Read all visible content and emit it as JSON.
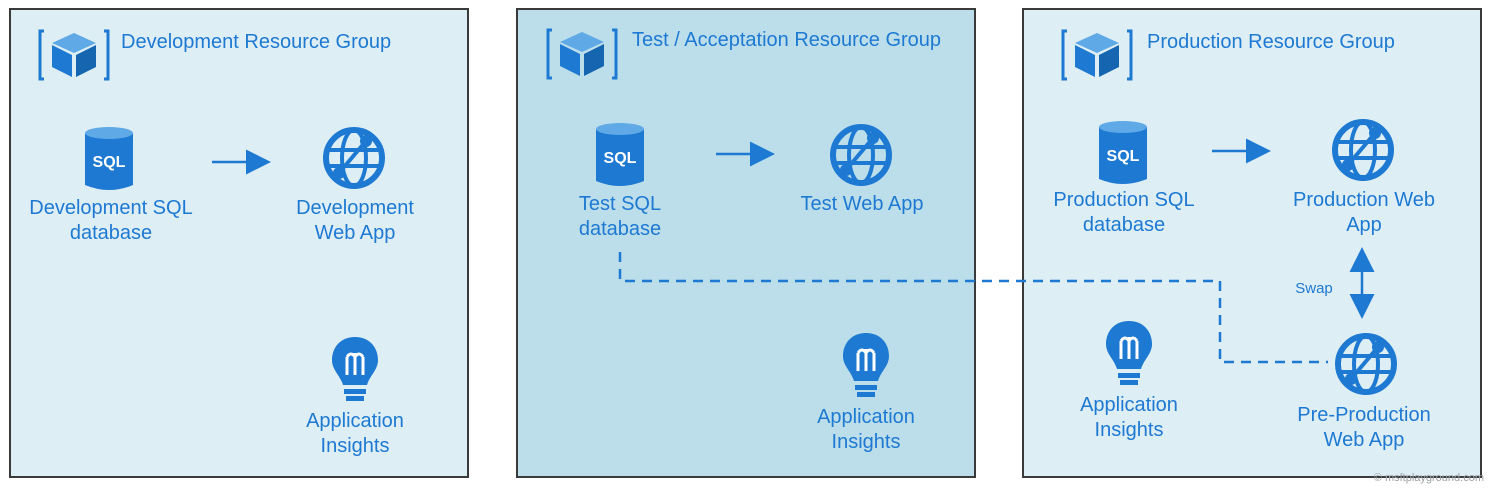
{
  "groups": {
    "dev": {
      "title": "Development Resource Group",
      "sql": [
        "Development SQL",
        "database"
      ],
      "web": [
        "Development",
        "Web App"
      ],
      "insights": [
        "Application",
        "Insights"
      ]
    },
    "test": {
      "title": "Test / Acceptation Resource Group",
      "sql": [
        "Test SQL",
        "database"
      ],
      "web": [
        "Test Web App"
      ],
      "insights": [
        "Application",
        "Insights"
      ]
    },
    "prod": {
      "title": "Production Resource Group",
      "sql": [
        "Production SQL",
        "database"
      ],
      "web": [
        "Production Web",
        "App"
      ],
      "insights": [
        "Application",
        "Insights"
      ],
      "preprod": [
        "Pre-Production",
        "Web App"
      ],
      "swap": "Swap"
    }
  },
  "sql_badge": "SQL",
  "watermark": "© msftplayground.com",
  "colors": {
    "accent": "#1d79d2",
    "dev_bg": "#deeef5",
    "test_bg": "#bcdeea",
    "border": "#3a3a3a"
  },
  "icons": [
    "resource-group-icon",
    "sql-database-icon",
    "web-app-icon",
    "application-insights-icon"
  ]
}
